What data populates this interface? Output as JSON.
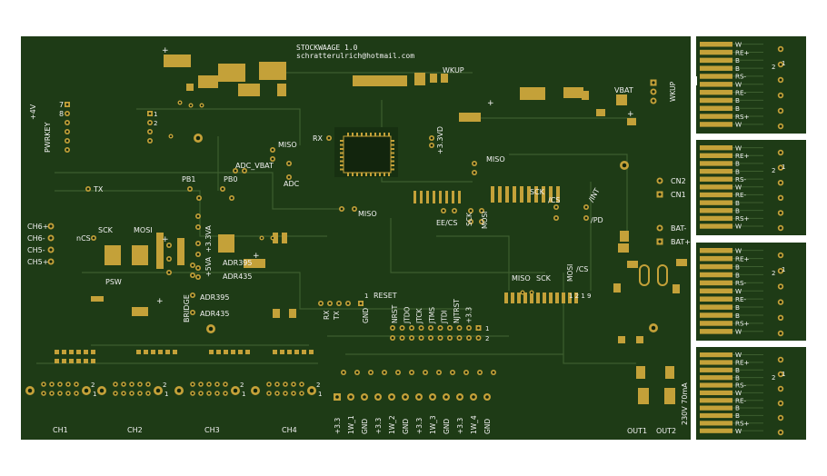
{
  "board": {
    "title": "STOCKWAAGE 1.0",
    "email": "schratterulrich@hotmail.com"
  },
  "colors": {
    "background": "#ffffff",
    "board": "#1e3b16",
    "board_dark": "#173011",
    "copper": "#c4a139",
    "copper_dark": "#8e7427",
    "trace": "#3d5e2f",
    "silk": "#f1f1f1"
  },
  "labels": {
    "wkup_top": "WKUP",
    "wkup_side": "WKUP",
    "vbat_top": "VBAT",
    "plus_4v": "+4V",
    "pwrkey": "PWRKEY",
    "pin7": "7",
    "pin8": "8",
    "pin1_a": "1",
    "pin2_a": "2",
    "tx": "TX",
    "rx_top": "RX",
    "miso_top": "MISO",
    "adc_vbat": "ADC_VBAT",
    "adc": "ADC",
    "v33vd": "+3.3VD",
    "miso_mid": "MISO",
    "miso_cpu": "MISO",
    "sck_right": "SCK",
    "cs_right": "/CS",
    "int": "/INT",
    "pd": "/PD",
    "ee_cs": "EE/CS",
    "sck_v": "SCK",
    "mosi_v": "MOSI",
    "cn2": "CN2",
    "cn1": "CN1",
    "bat_minus": "BAT-",
    "bat_plus": "BAT+",
    "pb1": "PB1",
    "pb0": "PB0",
    "ch6": "CH6+",
    "ch6m": "CH6-",
    "ch5m": "CH5-",
    "ch5p": "CH5+",
    "ncs": "nCS",
    "sck_left": "SCK",
    "mosi_left": "MOSI",
    "psw": "PSW",
    "bridge": "BRIDGE",
    "v33va": "+3.3VA",
    "v5va": "+5VA",
    "adr395_a": "ADR395",
    "adr435_a": "ADR435",
    "adr395_b": "ADR395",
    "adr435_b": "ADR435",
    "miso_bot": "MISO",
    "sck_bot": "SCK",
    "mosi_bot": "MOSI",
    "cs_bot": "/CS",
    "pin_1_2_9": "1 2 1 9",
    "reset": "RESET",
    "rx_bot": "RX",
    "tx_bot": "TX",
    "gnd_bot": "GND",
    "one_rx": "1",
    "ch1": "CH1",
    "ch2": "CH2",
    "ch3": "CH3",
    "ch4": "CH4",
    "out1": "OUT1",
    "out2": "OUT2",
    "v230": "230V 70mA",
    "hdr_1": "1",
    "hdr_2": "2",
    "jtag": [
      "NRST",
      "JTDO",
      "JTCK",
      "JTMS",
      "JTDI",
      "NJTRST",
      "+3.3"
    ],
    "bottom_pins": [
      "+3.3",
      "1W_1",
      "GND",
      "+3.3",
      "1W_2",
      "GND",
      "+3.3",
      "1W_3",
      "GND",
      "+3.3",
      "1W_4",
      "GND"
    ],
    "ch_pin_1": "1",
    "ch_pin_2": "2",
    "plus": "+"
  },
  "loadcell": {
    "rows": [
      "W",
      "RE+",
      "B",
      "B",
      "RS-",
      "W",
      "RE-",
      "B",
      "B",
      "RS+",
      "W"
    ],
    "pin_2": "2",
    "pin_1": "1"
  }
}
